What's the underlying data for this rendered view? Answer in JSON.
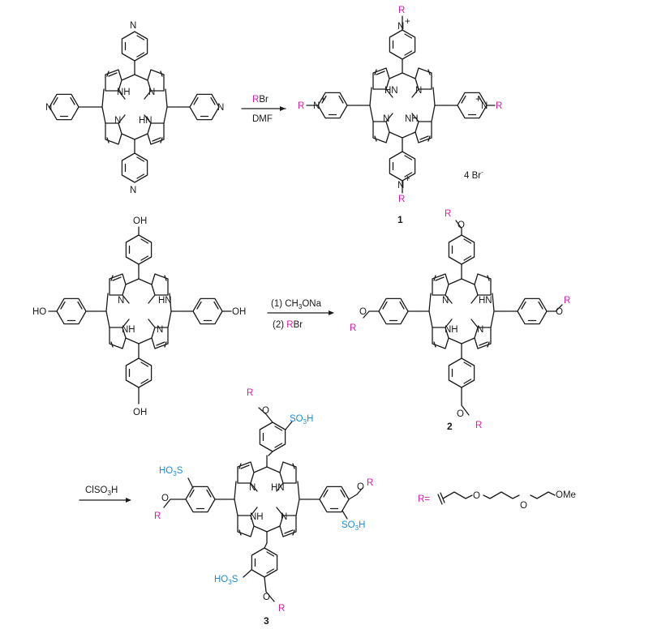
{
  "reaction1": {
    "reagent": "RBr",
    "reagent_r": "R",
    "reagent_rest": "Br",
    "solvent": "DMF",
    "product_number": "1",
    "counterion": "4 Br",
    "counterion_sup": "-",
    "start_pyridyl_N": "N",
    "R_label": "R",
    "N_plus": "N",
    "plus_sign": "+"
  },
  "reaction2": {
    "step1": "(1) CH",
    "step1_sub": "3",
    "step1_tail": "ONa",
    "step2_prefix": "(2) ",
    "step2_r": "R",
    "step2_rest": "Br",
    "hydroxyl": "OH",
    "hydroxyl_left": "HO",
    "product_number": "2",
    "ether_O": "O",
    "R_label": "R"
  },
  "reaction3": {
    "reagent": "ClSO",
    "reagent_sub": "3",
    "reagent_tail": "H",
    "sulfonic": "SO",
    "sulfonic_sub": "3",
    "sulfonic_tail": "H",
    "sulfonic_left": "HO",
    "sulfonic_left_sub": "3",
    "sulfonic_left_tail": "S",
    "product_number": "3"
  },
  "porphyrin": {
    "NH": "NH",
    "HN": "HN",
    "N": "N"
  },
  "r_definition": {
    "prefix": "R=",
    "O": "O",
    "OMe": "OMe"
  },
  "colors": {
    "R_group": "#d21fa8",
    "sulfonic": "#1b8fd6",
    "ink": "#1a1a1a"
  }
}
